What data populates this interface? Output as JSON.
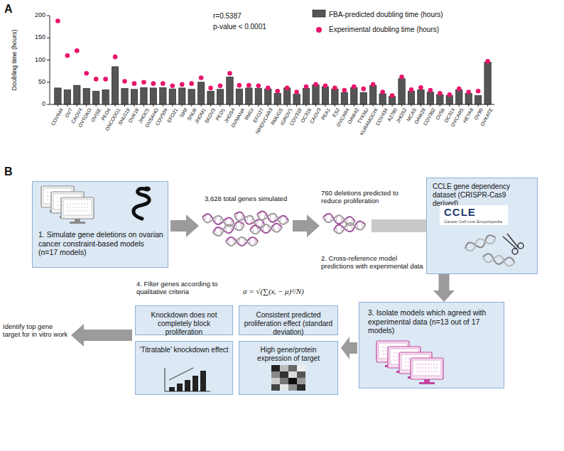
{
  "diagram": {
    "nodes": [
      {
        "text": [
          "1. Simulate gene deletions on ovarian cancer constraint-based models (n=17 models)"
        ]
      },
      {
        "text": [
          "CCLE gene dependency dataset (CRISPR-Cas9 derived)",
          "CCLE",
          "Cancer Cell Line Encyclopedia"
        ]
      },
      {
        "text": [
          "3. Isolate models which agreed with experimental data (n=13 out of 17 models)"
        ]
      },
      {
        "text": [
          "Knockdown does not completely block proliferation"
        ]
      },
      {
        "text": [
          "Consistent predicted proliferation effect (standard deviation)"
        ]
      },
      {
        "text": [
          "‘Titratable’ knockdown effect"
        ]
      },
      {
        "text": [
          "High gene/protein expression of target"
        ]
      }
    ],
    "edges": [
      {
        "from": 1,
        "to": 2,
        "arrow": "to"
      }
    ],
    "labels": [
      "A",
      "r=0.5387",
      "p-value < 0.0001",
      "Doubling time (hours)",
      "0",
      "50",
      "100",
      "150",
      "200",
      "COV644",
      "OV7",
      "CAOV4",
      "OVTOKO",
      "OVISE",
      "PEO4",
      "ONCODG1",
      "SNU119",
      "OVK18",
      "JHOC5",
      "OVSAHO",
      "COV504",
      "EFO21",
      "59M",
      "SNU8",
      "JHOM1",
      "SKOV3",
      "PEO1",
      "JHOS4",
      "OVMANA",
      "RMGI",
      "EFO27",
      "NIHOVCAR3",
      "RMUGS",
      "IGROV1",
      "COV318",
      "OC316",
      "CAOV3",
      "PEA1",
      "ES2",
      "OVCAR4",
      "OAW42",
      "TYKNU",
      "KURAMOCHI",
      "COV434",
      "A2780",
      "JHOS2",
      "MCAS",
      "OAW28",
      "COV362",
      "OV56",
      "OC314",
      "OVCAR5",
      "HEYA8",
      "OV90",
      "OVKATE",
      "B",
      "3,628 total genes simulated",
      "760 deletions predicted to reduce proliferation",
      "2. Cross-reference model predictions with experimental data",
      "4. Filter genes according to qualitative criteria",
      "σ = √(∑(xᵢ − μ)²/N)",
      "Identify top gene target for in vitro work"
    ],
    "legend": [
      {
        "text": "FBA-predicted doubling time (hours)",
        "color": "#555555"
      },
      {
        "text": "Experimental doubling time (hours)",
        "color": "#e8156b"
      }
    ]
  }
}
